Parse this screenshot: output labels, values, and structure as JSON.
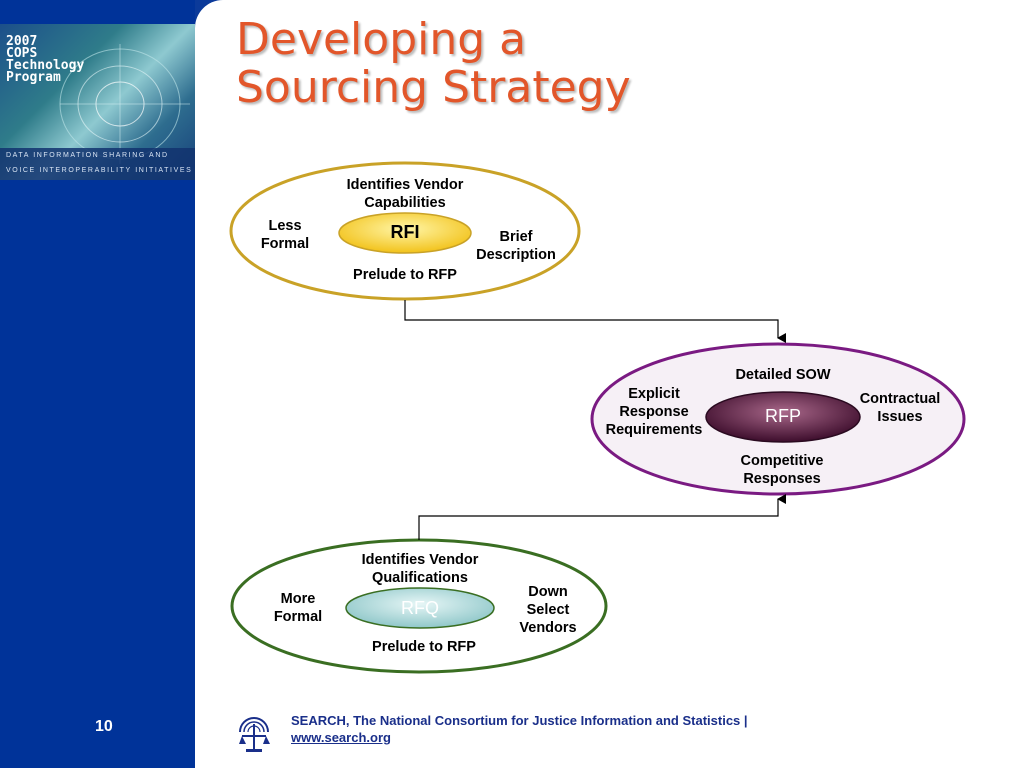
{
  "sidebar": {
    "logo_title": "2007\nCOPS\nTechnology\nProgram",
    "logo_sub_line1": "DATA INFORMATION SHARING AND",
    "logo_sub_line2": "VOICE INTEROPERABILITY INITIATIVES",
    "page_number": "10"
  },
  "slide": {
    "title_line1": "Developing a",
    "title_line2": "Sourcing Strategy"
  },
  "diagram": {
    "rfi": {
      "core": "RFI",
      "top_line1": "Identifies Vendor",
      "top_line2": "Capabilities",
      "left_line1": "Less",
      "left_line2": "Formal",
      "right_line1": "Brief",
      "right_line2": "Description",
      "bottom": "Prelude to RFP"
    },
    "rfp": {
      "core": "RFP",
      "top": "Detailed SOW",
      "left_line1": "Explicit",
      "left_line2": "Response",
      "left_line3": "Requirements",
      "right_line1": "Contractual",
      "right_line2": "Issues",
      "bottom_line1": "Competitive",
      "bottom_line2": "Responses"
    },
    "rfq": {
      "core": "RFQ",
      "top_line1": "Identifies Vendor",
      "top_line2": "Qualifications",
      "left_line1": "More",
      "left_line2": "Formal",
      "right_line1": "Down",
      "right_line2": "Select",
      "right_line3": "Vendors",
      "bottom": "Prelude to RFP"
    }
  },
  "footer": {
    "org": "SEARCH, The National Consortium for Justice Information and Statistics  |",
    "url": "www.search.org"
  },
  "colors": {
    "title": "#e2562a",
    "sidebar": "#003399",
    "rfi_outline": "#c9a227",
    "rfp_outline": "#7a1a82",
    "rfq_outline": "#3a6e22",
    "footer_text": "#1a2f8a"
  }
}
